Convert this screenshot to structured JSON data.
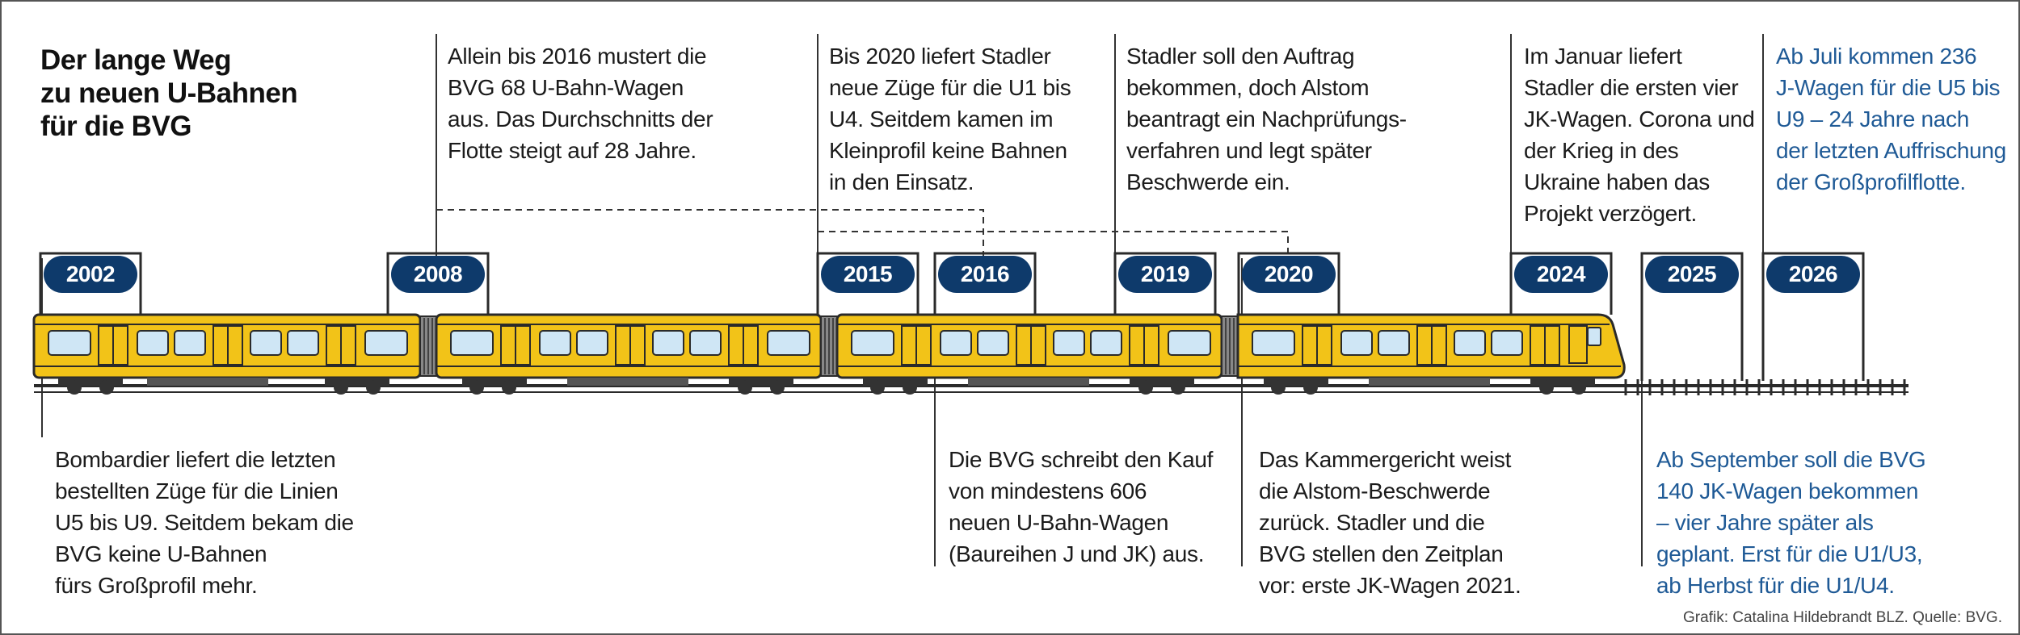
{
  "title_lines": [
    "Der lange Weg",
    "zu neuen U-Bahnen",
    "für die BVG"
  ],
  "years": [
    "2002",
    "2008",
    "2015",
    "2016",
    "2019",
    "2020",
    "2024",
    "2025",
    "2026"
  ],
  "notes": {
    "n2002": [
      "Bombardier liefert die letzten",
      "bestellten Züge für die Linien",
      "U5 bis U9. Seitdem bekam die",
      "BVG keine U-Bahnen",
      "fürs Großprofil mehr."
    ],
    "n2008": [
      "Allein bis 2016 mustert die",
      "BVG 68 U-Bahn-Wagen",
      "aus. Das Durchschnitts der",
      "Flotte steigt auf 28 Jahre."
    ],
    "n2015": [
      "Bis 2020 liefert Stadler",
      "neue Züge für die U1 bis",
      "U4. Seitdem kamen im",
      "Kleinprofil keine Bahnen",
      "in den Einsatz."
    ],
    "n2016": [
      "Die BVG schreibt den Kauf",
      "von mindestens 606",
      "neuen U-Bahn-Wagen",
      "(Baureihen J und JK) aus."
    ],
    "n2019": [
      "Stadler soll den Auftrag",
      "bekommen, doch Alstom",
      "beantragt ein Nachprüfungs-",
      "verfahren und legt später",
      "Beschwerde ein."
    ],
    "n2020": [
      "Das Kammergericht weist",
      "die Alstom-Beschwerde",
      "zurück. Stadler und die",
      "BVG stellen den Zeitplan",
      "vor: erste JK-Wagen 2021."
    ],
    "n2024": [
      "Im Januar liefert",
      "Stadler die ersten vier",
      "JK-Wagen. Corona und",
      "der Krieg in des",
      "Ukraine haben das",
      "Projekt verzögert."
    ],
    "n2025": [
      "Ab September soll die BVG",
      "140 JK-Wagen bekommen",
      "– vier Jahre später als",
      "geplant. Erst für die U1/U3,",
      "ab Herbst für die U1/U4."
    ],
    "n2026": [
      "Ab Juli kommen 236",
      "J-Wagen für die U5 bis",
      "U9 – 24 Jahre nach",
      "der letzten Auffrischung",
      "der Großprofilflotte."
    ]
  },
  "credit": "Grafik: Catalina Hildebrandt BLZ. Quelle: BVG.",
  "colors": {
    "train_body": "#f2c318",
    "window": "#cfe6f5",
    "badge": "#0e3a6b",
    "blue_text": "#1f5a96",
    "outline": "#2a2a2a",
    "rail": "#2a2a2a"
  },
  "icons": {
    "train": "u-bahn-train-illustration",
    "track": "rail-track"
  }
}
